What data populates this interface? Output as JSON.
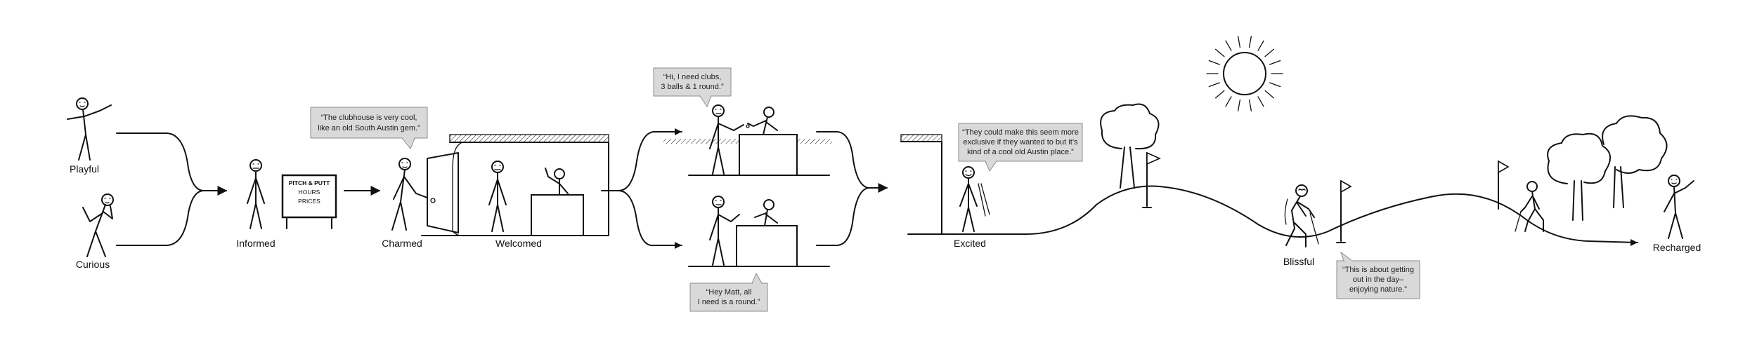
{
  "stages": {
    "playful": "Playful",
    "curious": "Curious",
    "informed": "Informed",
    "charmed": "Charmed",
    "welcomed": "Welcomed",
    "excited": "Excited",
    "blissful": "Blissful",
    "recharged": "Recharged"
  },
  "sign": {
    "line1": "PITCH & PUTT",
    "line2": "HOURS",
    "line3": "PRICES"
  },
  "quotes": {
    "clubhouse": [
      "“The clubhouse is very cool,",
      "like an old South Austin gem.”"
    ],
    "clubs": [
      "“Hi, I need clubs,",
      "3 balls & 1 round.”"
    ],
    "round": [
      "“Hey Matt, all",
      "I need is a round.”"
    ],
    "exclusive": [
      "“They could make this seem more",
      "exclusive if they wanted to but it’s",
      "kind of a cool old Austin place.”"
    ],
    "nature": [
      "“This is about getting",
      "out in the day–",
      "enjoying nature.”"
    ]
  }
}
